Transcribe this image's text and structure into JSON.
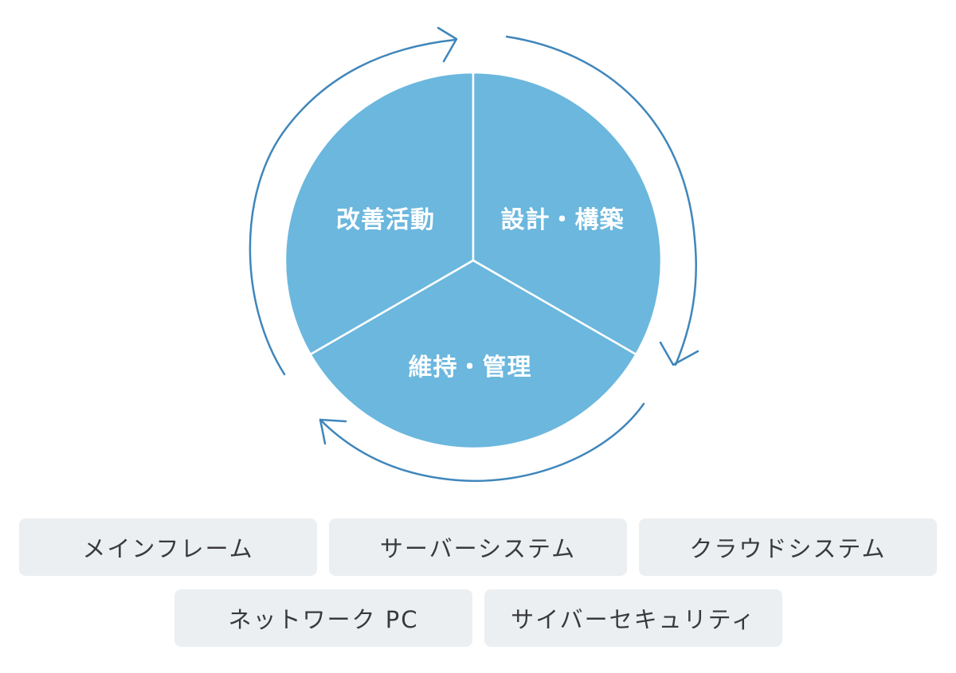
{
  "cycle": {
    "segments": [
      {
        "label": "改善活動"
      },
      {
        "label": "設計・構築"
      },
      {
        "label": "維持・管理"
      }
    ],
    "colors": {
      "segment_fill": "#6bb7de",
      "divider": "#ffffff",
      "arrow": "#3f86bb"
    }
  },
  "tags": [
    {
      "label": "メインフレーム"
    },
    {
      "label": "サーバーシステム"
    },
    {
      "label": "クラウドシステム"
    },
    {
      "label": "ネットワーク PC"
    },
    {
      "label": "サイバーセキュリティ"
    }
  ],
  "tag_background": "#ebeff2"
}
